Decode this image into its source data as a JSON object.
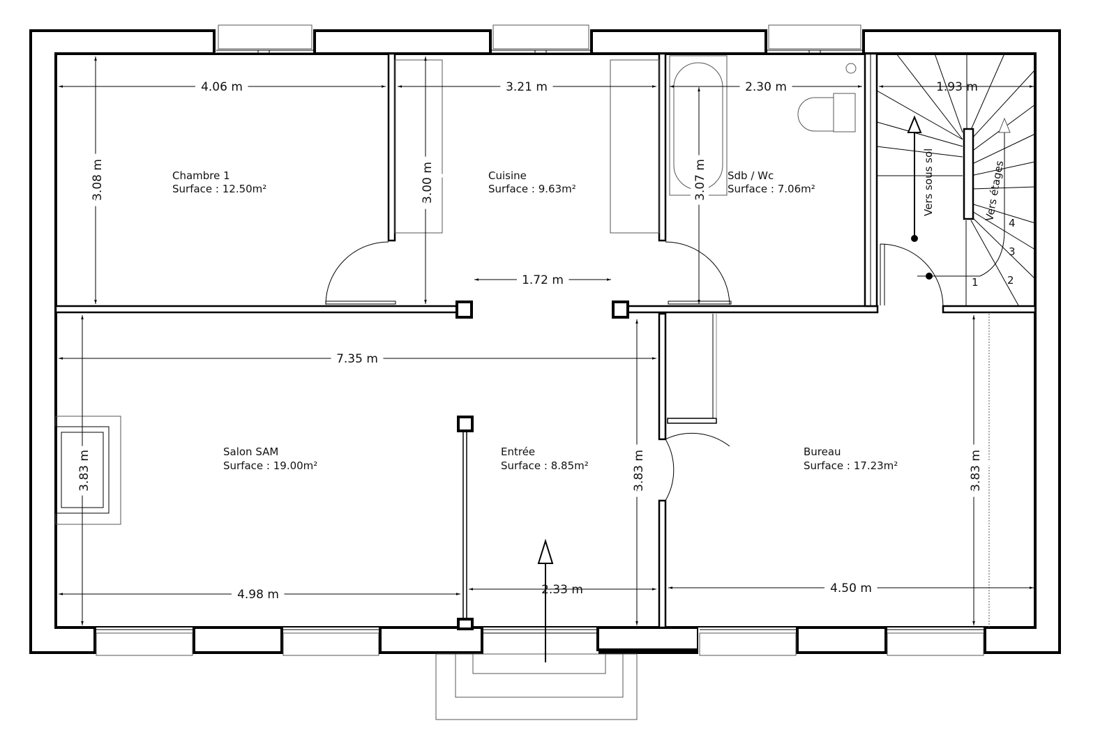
{
  "rooms": {
    "chambre": {
      "name": "Chambre 1",
      "surface": "Surface : 12.50m²"
    },
    "cuisine": {
      "name": "Cuisine",
      "surface": "Surface : 9.63m²"
    },
    "sdb": {
      "name": "Sdb / Wc",
      "surface": "Surface : 7.06m²"
    },
    "salon": {
      "name": "Salon SAM",
      "surface": "Surface : 19.00m²"
    },
    "entree": {
      "name": "Entrée",
      "surface": "Surface : 8.85m²"
    },
    "bureau": {
      "name": "Bureau",
      "surface": "Surface : 17.23m²"
    }
  },
  "dimensions": {
    "chambre_w": "4.06 m",
    "cuisine_w": "3.21 m",
    "sdb_w": "2.30 m",
    "stairs_w": "1.93 m",
    "chambre_h": "3.08 m",
    "cuisine_h": "3.00 m",
    "sdb_h": "3.07 m",
    "passage_w": "1.72 m",
    "salon_total_w": "7.35 m",
    "salon_h": "3.83 m",
    "entree_h": "3.83 m",
    "bureau_h": "3.83 m",
    "salon_w": "4.98 m",
    "entree_w": "2.33 m",
    "bureau_w": "4.50 m"
  },
  "stairs": {
    "down": "Vers sous sol",
    "up": "Vers étages",
    "steps": [
      "1",
      "2",
      "3",
      "4"
    ]
  }
}
